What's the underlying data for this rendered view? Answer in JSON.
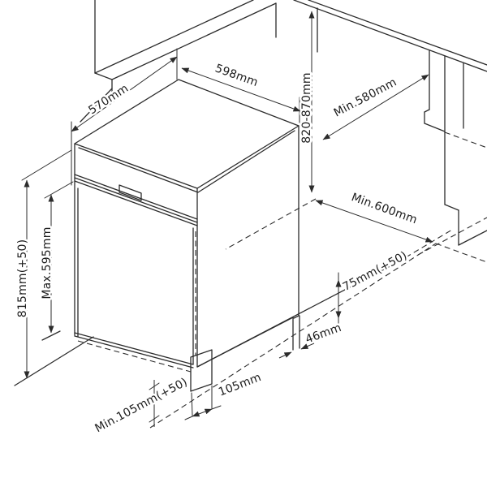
{
  "page": {
    "background": "#ffffff",
    "line_color": "#2b2b2b"
  },
  "diagram": {
    "labels": {
      "top_depth": "570mm",
      "top_width": "598mm",
      "niche_height": "820-870mm",
      "niche_depth": "Min.580mm",
      "niche_width": "Min.600mm",
      "appliance_height": "815mm(+50)",
      "door_height": "Max.595mm",
      "leveling_range": "75mm(+50)",
      "rear_gap": "46mm",
      "plinth_depth": "105mm",
      "plinth_height": "Min.105mm(+50)"
    }
  }
}
